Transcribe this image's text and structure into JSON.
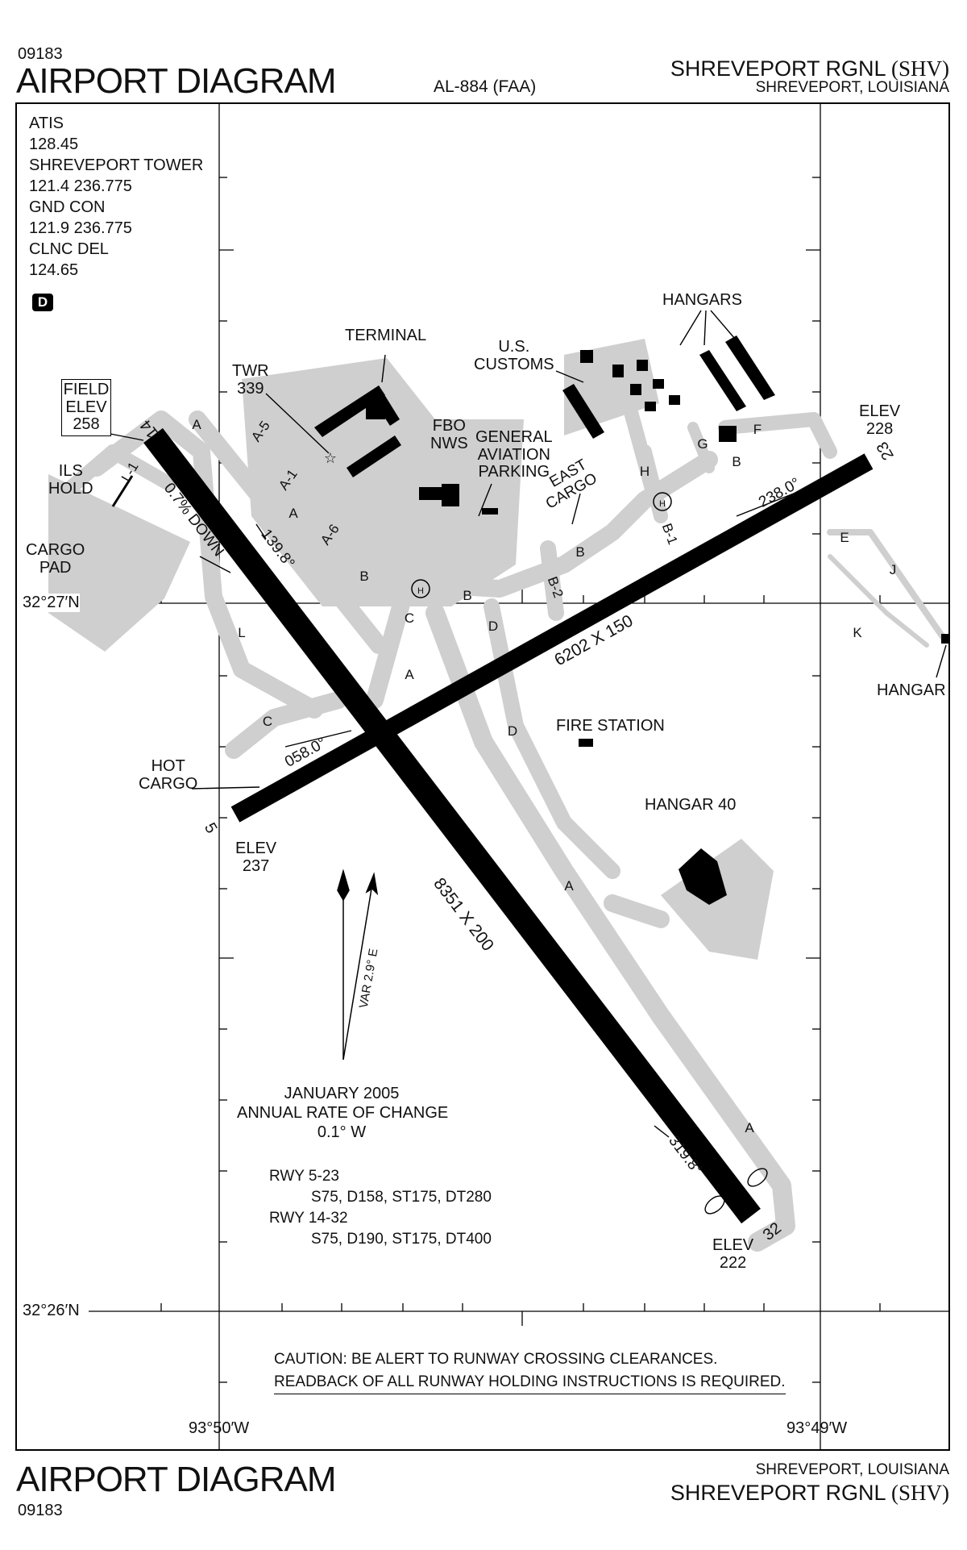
{
  "header": {
    "chart_code": "09183",
    "title": "AIRPORT DIAGRAM",
    "chart_id": "AL-884 (FAA)",
    "airport_name": "SHREVEPORT RGNL",
    "airport_id": "(SHV)",
    "location": "SHREVEPORT, LOUISIANA"
  },
  "footer": {
    "chart_code": "09183",
    "title": "AIRPORT DIAGRAM",
    "airport_name": "SHREVEPORT RGNL",
    "airport_id": "(SHV)",
    "location": "SHREVEPORT, LOUISIANA"
  },
  "frequencies": [
    "ATIS",
    "128.45",
    "SHREVEPORT TOWER",
    "121.4  236.775",
    "GND CON",
    "121.9  236.775",
    "CLNC DEL",
    "124.65"
  ],
  "airspace_badge": "D",
  "coordinates": {
    "lat_north": "32°27′N",
    "lat_south": "32°26′N",
    "lon_west": "93°50′W",
    "lon_east": "93°49′W"
  },
  "runways": {
    "rwy_14_32_dims": "8351 X 200",
    "rwy_5_23_dims": "6202 X 150",
    "end_14": "14",
    "end_32": "32",
    "end_5": "5",
    "end_23": "23",
    "bearing_139": "139.8°",
    "bearing_319": "319.8°",
    "bearing_058": "058.0°",
    "bearing_238": "238.0°",
    "slope": "0.7% DOWN"
  },
  "elevations": {
    "field_elev": [
      "FIELD",
      "ELEV",
      "258"
    ],
    "elev_228": [
      "ELEV",
      "228"
    ],
    "elev_237": [
      "ELEV",
      "237"
    ],
    "elev_222": [
      "ELEV",
      "222"
    ]
  },
  "labels": {
    "terminal": "TERMINAL",
    "twr": [
      "TWR",
      "339"
    ],
    "fbo": [
      "FBO",
      "NWS"
    ],
    "general_aviation": [
      "GENERAL",
      "AVIATION",
      "PARKING"
    ],
    "us_customs": [
      "U.S.",
      "CUSTOMS"
    ],
    "east_cargo": [
      "EAST",
      "CARGO"
    ],
    "hangars": "HANGARS",
    "hangar": "HANGAR",
    "ils_hold": [
      "ILS",
      "HOLD"
    ],
    "cargo_pad": [
      "CARGO",
      "PAD"
    ],
    "hot_cargo": [
      "HOT",
      "CARGO"
    ],
    "fire_station": "FIRE STATION",
    "hangar_40": "HANGAR 40",
    "helipad": "H"
  },
  "taxiways": {
    "a": "A",
    "a1": "A-1",
    "a5": "A-5",
    "a6": "A-6",
    "b": "B",
    "b1": "B-1",
    "b2": "B-2",
    "c": "C",
    "d": "D",
    "e": "E",
    "f": "F",
    "g": "G",
    "h": "H",
    "j": "J",
    "k": "K",
    "l": "L",
    "l1": "L-1"
  },
  "magnetic": {
    "variation": "VAR 2.9° E",
    "date": "JANUARY  2005",
    "rate_title": "ANNUAL RATE OF CHANGE",
    "rate": "0.1° W"
  },
  "strength": {
    "rwy_5_23": "RWY 5-23",
    "rwy_5_23_values": "S75, D158, ST175, DT280",
    "rwy_14_32": "RWY 14-32",
    "rwy_14_32_values": "S75, D190, ST175, DT400"
  },
  "caution": {
    "line1": "CAUTION:  BE ALERT TO RUNWAY CROSSING CLEARANCES.",
    "line2": "READBACK OF ALL RUNWAY HOLDING INSTRUCTIONS IS REQUIRED."
  },
  "colors": {
    "runway": "#000000",
    "taxiway": "#cfcfcf",
    "frame": "#000000"
  }
}
